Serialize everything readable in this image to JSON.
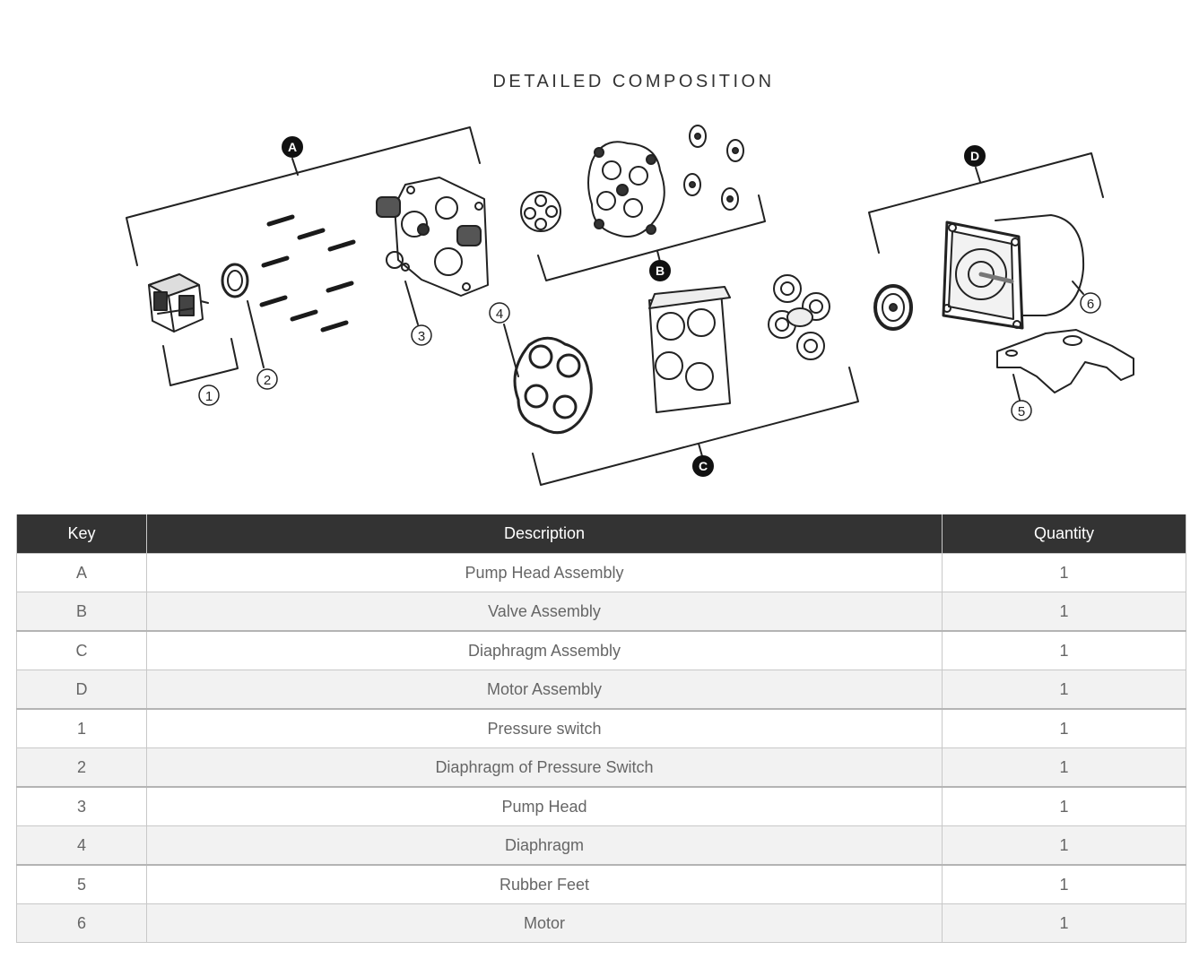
{
  "figure": {
    "title": "DETAILED COMPOSITION",
    "group_labels": [
      "A",
      "B",
      "C",
      "D"
    ],
    "part_labels": [
      "1",
      "2",
      "3",
      "4",
      "5",
      "6"
    ]
  },
  "table": {
    "headers": {
      "key": "Key",
      "description": "Description",
      "quantity": "Quantity"
    },
    "rows": [
      {
        "key": "A",
        "description": "Pump Head Assembly",
        "quantity": "1"
      },
      {
        "key": "B",
        "description": "Valve Assembly",
        "quantity": "1"
      },
      {
        "key": "C",
        "description": "Diaphragm Assembly",
        "quantity": "1"
      },
      {
        "key": "D",
        "description": "Motor Assembly",
        "quantity": "1"
      },
      {
        "key": "1",
        "description": "Pressure switch",
        "quantity": "1"
      },
      {
        "key": "2",
        "description": "Diaphragm of Pressure Switch",
        "quantity": "1"
      },
      {
        "key": "3",
        "description": "Pump Head",
        "quantity": "1"
      },
      {
        "key": "4",
        "description": "Diaphragm",
        "quantity": "1"
      },
      {
        "key": "5",
        "description": "Rubber Feet",
        "quantity": "1"
      },
      {
        "key": "6",
        "description": "Motor",
        "quantity": "1"
      }
    ]
  }
}
